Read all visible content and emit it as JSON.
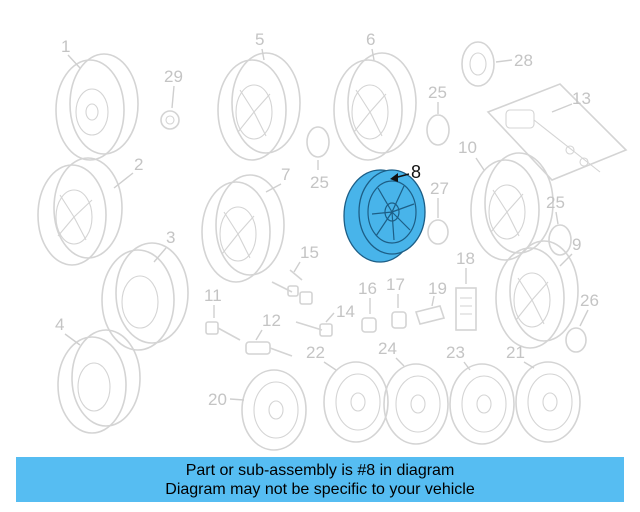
{
  "callouts": {
    "c1": "1",
    "c2": "2",
    "c3": "3",
    "c4": "4",
    "c5": "5",
    "c6": "6",
    "c7": "7",
    "c8": "8",
    "c9": "9",
    "c10": "10",
    "c11": "11",
    "c12": "12",
    "c13": "13",
    "c14": "14",
    "c15": "15",
    "c16": "16",
    "c17": "17",
    "c18": "18",
    "c19": "19",
    "c20": "20",
    "c21": "21",
    "c22": "22",
    "c23": "23",
    "c24": "24",
    "c25a": "25",
    "c25b": "25",
    "c25c": "25",
    "c26": "26",
    "c27": "27",
    "c28": "28",
    "c29": "29"
  },
  "highlighted_part": "8",
  "colors": {
    "highlight": "#48b4ea",
    "banner": "#56bdf2",
    "faded_parts": "#d4d4d4"
  },
  "banner": {
    "line1": "Part or sub-assembly is #8 in diagram",
    "line2": "Diagram may not be specific to your vehicle"
  }
}
